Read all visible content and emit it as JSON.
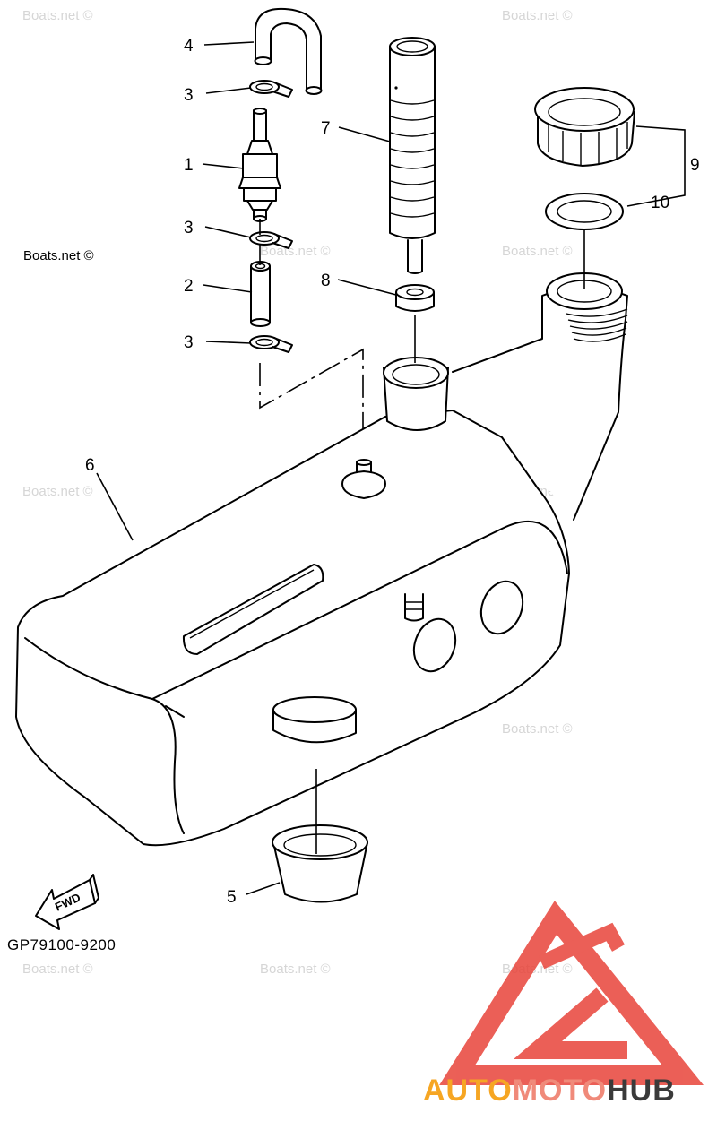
{
  "watermark": {
    "text": "Boats.net ©"
  },
  "diagram": {
    "part_code": "GP79100-9200",
    "fwd_label": "FWD",
    "callouts": {
      "p1": "1",
      "p2": "2",
      "p3a": "3",
      "p3b": "3",
      "p3c": "3",
      "p4": "4",
      "p5": "5",
      "p6": "6",
      "p7": "7",
      "p8": "8",
      "p9": "9",
      "p10": "10"
    }
  },
  "brand": {
    "name_part1": "AUTO",
    "name_part2": "MOTO",
    "name_part3": "HUB",
    "colors": {
      "auto": "#f6a623",
      "moto": "#f08a7a",
      "hub": "#3a3a3a",
      "logo": "#e8443a"
    }
  }
}
